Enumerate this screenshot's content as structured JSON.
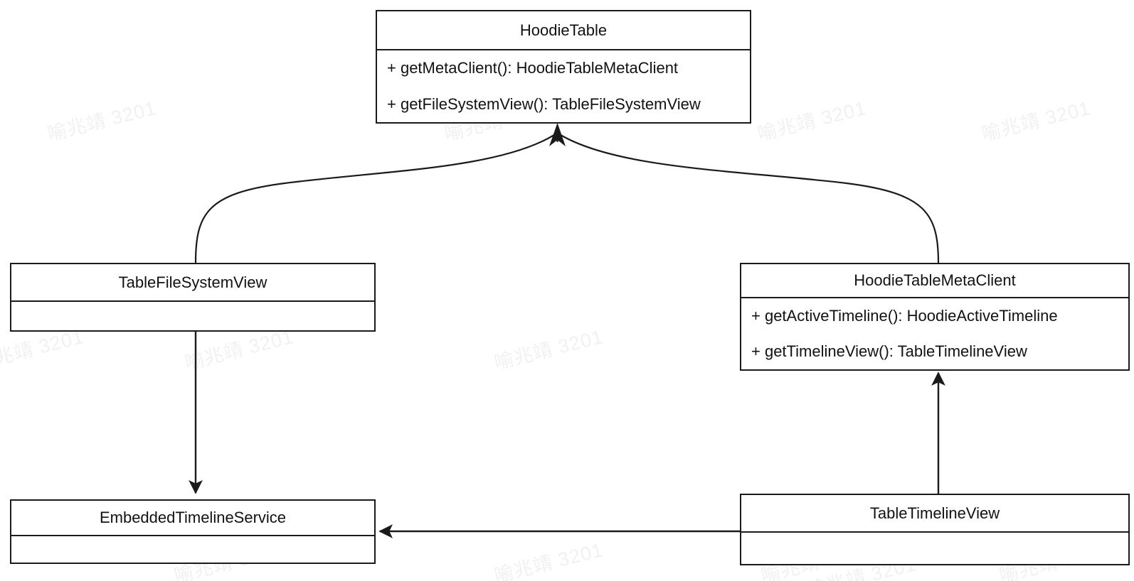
{
  "diagram": {
    "type": "uml-class-diagram",
    "background_color": "#ffffff",
    "line_color": "#1a1a1a",
    "text_color": "#121212",
    "watermark": {
      "text": "喻兆靖 3201",
      "color": "#f1f1f1"
    },
    "classes": [
      {
        "id": "hoodie-table",
        "name": "HoodieTable",
        "members": [
          "+ getMetaClient(): HoodieTableMetaClient",
          "+ getFileSystemView(): TableFileSystemView"
        ]
      },
      {
        "id": "table-file-system-view",
        "name": "TableFileSystemView",
        "members": []
      },
      {
        "id": "hoodie-table-meta-client",
        "name": "HoodieTableMetaClient",
        "members": [
          "+ getActiveTimeline(): HoodieActiveTimeline",
          "+ getTimelineView(): TableTimelineView"
        ]
      },
      {
        "id": "embedded-timeline-service",
        "name": "EmbeddedTimelineService",
        "members": []
      },
      {
        "id": "table-timeline-view",
        "name": "TableTimelineView",
        "members": []
      }
    ],
    "relationships": [
      {
        "id": "edge-tfsv-to-hoodietable",
        "from": "TableFileSystemView",
        "to": "HoodieTable",
        "style": "curved",
        "arrow": "filled-open-arrowhead"
      },
      {
        "id": "edge-htmc-to-hoodietable",
        "from": "HoodieTableMetaClient",
        "to": "HoodieTable",
        "style": "curved",
        "arrow": "filled-open-arrowhead"
      },
      {
        "id": "edge-tfsv-to-ets",
        "from": "TableFileSystemView",
        "to": "EmbeddedTimelineService",
        "style": "straight-vertical",
        "arrow": "filled-arrowhead"
      },
      {
        "id": "edge-ttv-to-htmc",
        "from": "TableTimelineView",
        "to": "HoodieTableMetaClient",
        "style": "straight-vertical",
        "arrow": "filled-arrowhead"
      },
      {
        "id": "edge-ttv-to-ets",
        "from": "TableTimelineView",
        "to": "EmbeddedTimelineService",
        "style": "straight-horizontal",
        "arrow": "filled-arrowhead"
      }
    ]
  }
}
